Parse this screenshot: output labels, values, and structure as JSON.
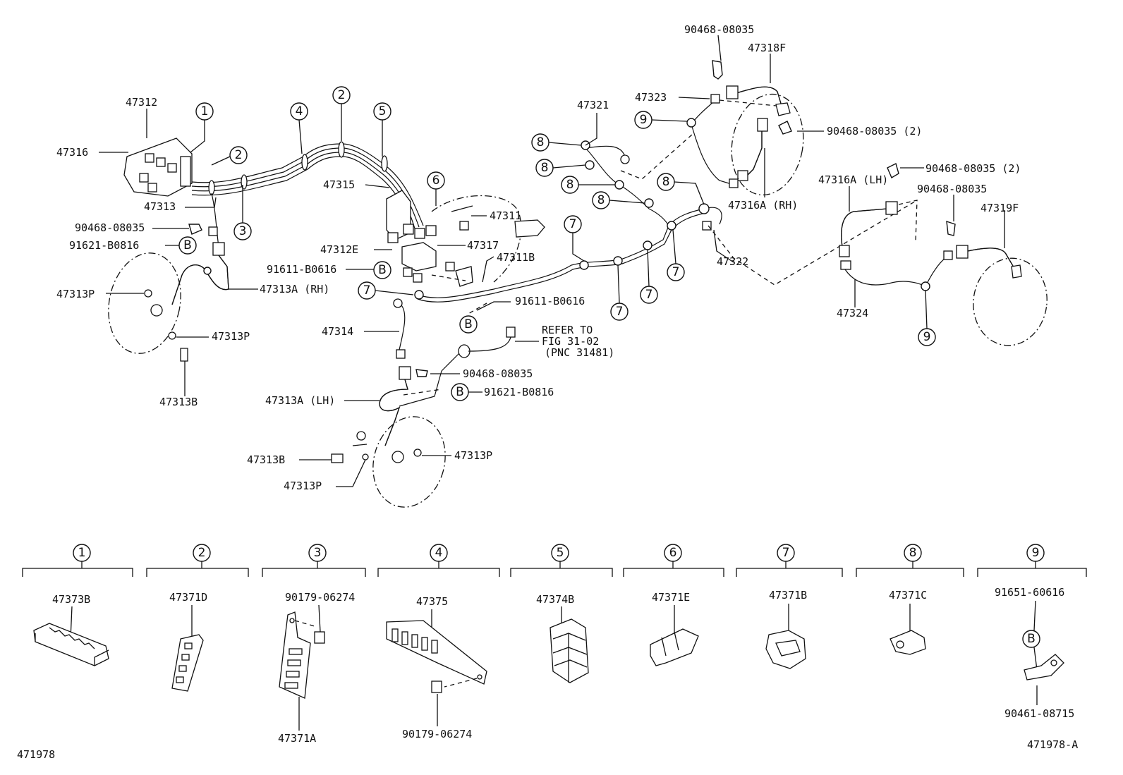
{
  "labels": {
    "p47312": "47312",
    "p47316": "47316",
    "p47313": "47313",
    "p90468_08035_a": "90468-08035",
    "p91621_b0816_a": "91621-B0816",
    "p47313P_a": "47313P",
    "p47313A_rh": "47313A (RH)",
    "p47313P_b": "47313P",
    "p47313B_a": "47313B",
    "p47315": "47315",
    "p47312E": "47312E",
    "p91611_b0616_a": "91611-B0616",
    "p47311": "47311",
    "p47317": "47317",
    "p47311B": "47311B",
    "p91611_b0616_b": "91611-B0616",
    "p47314": "47314",
    "refer_1": "REFER TO",
    "refer_2": "FIG 31-02",
    "refer_3": "(PNC 31481)",
    "p90468_08035_b": "90468-08035",
    "p91621_b0816_b": "91621-B0816",
    "p47313A_lh": "47313A (LH)",
    "p47313B_b": "47313B",
    "p47313P_c": "47313P",
    "p47313P_d": "47313P",
    "p47321": "47321",
    "p47322": "47322",
    "p90468_08035_top": "90468-08035",
    "p47318F": "47318F",
    "p47323": "47323",
    "p90468_08035_2a": "90468-08035 (2)",
    "p47316A_rh": "47316A (RH)",
    "p47316A_lh": "47316A (LH)",
    "p90468_08035_2b": "90468-08035 (2)",
    "p90468_08035_c": "90468-08035",
    "p47319F": "47319F",
    "p47324": "47324"
  },
  "callout_numbers": [
    "1",
    "2",
    "3",
    "4",
    "5",
    "6",
    "7",
    "8",
    "9"
  ],
  "callout_letter": "B",
  "legend": {
    "groups": [
      {
        "num": "1",
        "parts": [
          "47373B"
        ]
      },
      {
        "num": "2",
        "parts": [
          "47371D"
        ]
      },
      {
        "num": "3",
        "parts": [
          "90179-06274",
          "47371A"
        ]
      },
      {
        "num": "4",
        "parts": [
          "47375",
          "90179-06274"
        ]
      },
      {
        "num": "5",
        "parts": [
          "47374B"
        ]
      },
      {
        "num": "6",
        "parts": [
          "47371E"
        ]
      },
      {
        "num": "7",
        "parts": [
          "47371B"
        ]
      },
      {
        "num": "8",
        "parts": [
          "47371C"
        ]
      },
      {
        "num": "9",
        "parts": [
          "91651-60616",
          "90461-08715"
        ]
      }
    ]
  },
  "figure_id_left": "471978",
  "figure_id_right": "471978-A"
}
